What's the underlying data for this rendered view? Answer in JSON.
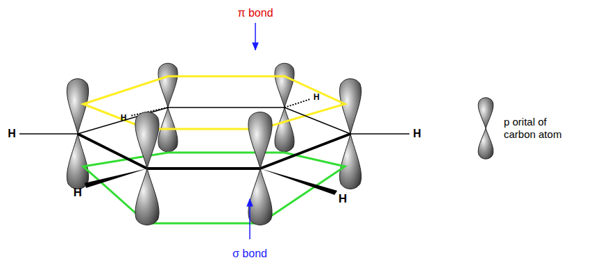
{
  "diagram": {
    "labels": [
      "π bond",
      "σ bond",
      "H",
      "H",
      "H",
      "H",
      "H",
      "H"
    ],
    "legend": [
      {
        "text": "p orital of carbon atom"
      }
    ]
  }
}
